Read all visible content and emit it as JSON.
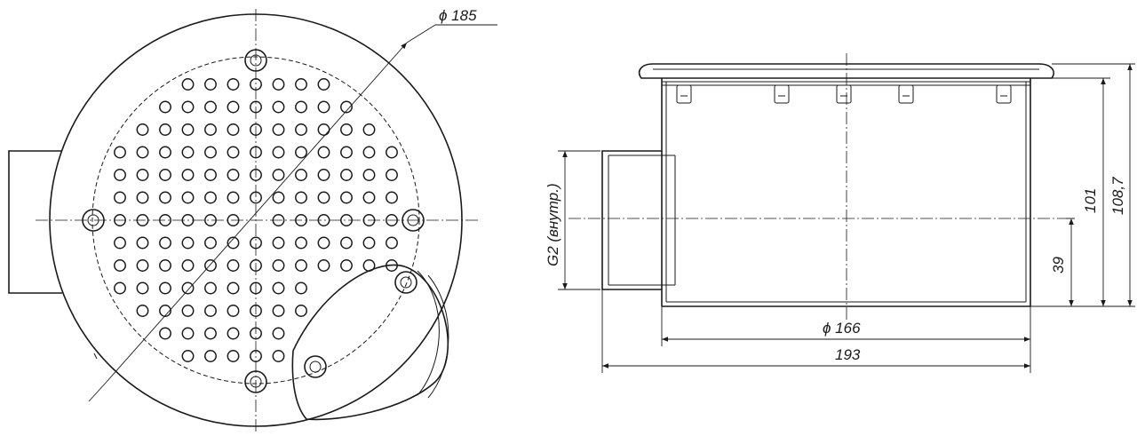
{
  "drawing": {
    "diameter_outer_label": "ϕ 185",
    "diameter_inner_label": "ϕ 166",
    "overall_width_label": "193",
    "height_101_label": "101",
    "height_108_label": "108,7",
    "height_39_label": "39",
    "thread_label": "G2 (внутр.)"
  }
}
